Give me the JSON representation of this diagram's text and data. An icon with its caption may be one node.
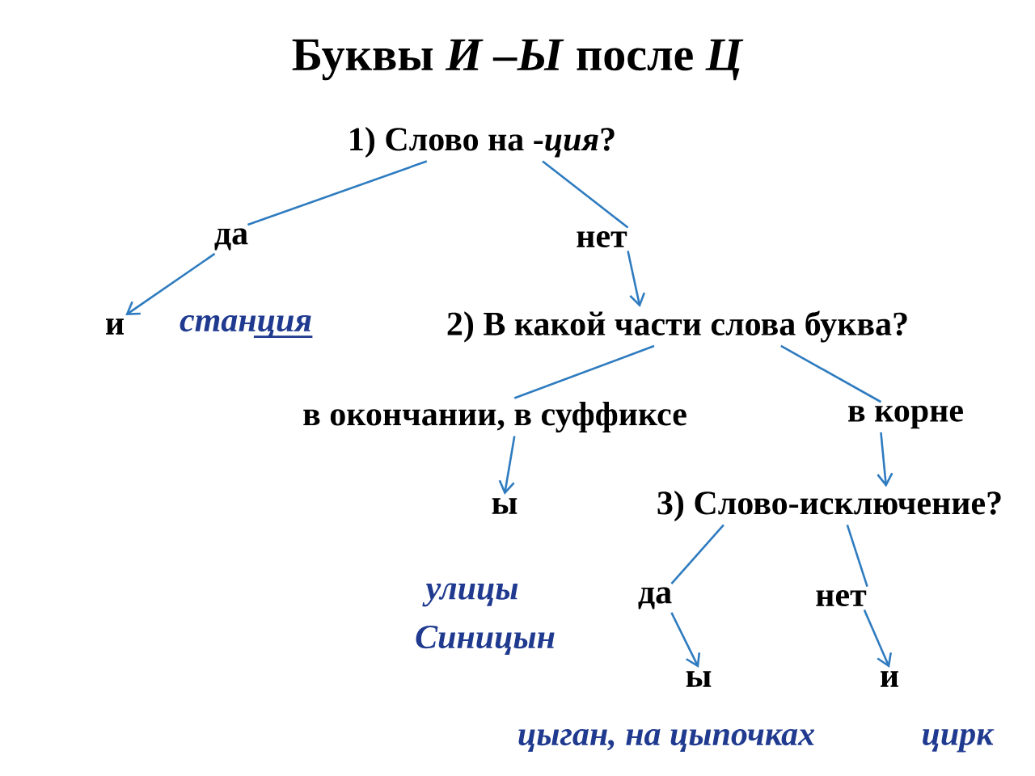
{
  "diagram": {
    "title": "Буквы *И –Ы* после *Ц*",
    "nodes": [
      {
        "text": [
          "1) Слово на -*ция*?"
        ]
      },
      {
        "text": [
          "да"
        ]
      },
      {
        "text": [
          "нет"
        ]
      },
      {
        "text": [
          "и"
        ],
        "beside": [
          "станция"
        ]
      },
      {
        "text": [
          "2) В какой части слова буква?"
        ]
      },
      {
        "text": [
          "в окончании, в суффиксе"
        ]
      },
      {
        "text": [
          "в корне"
        ]
      },
      {
        "text": [
          "ы"
        ],
        "beside": [
          "улицы",
          "Синицын"
        ]
      },
      {
        "text": [
          "3) Слово-исключение?"
        ]
      },
      {
        "text": [
          "да"
        ]
      },
      {
        "text": [
          "нет"
        ]
      },
      {
        "text": [
          "ы"
        ],
        "beside": [
          "цыган, на цыпочках"
        ]
      },
      {
        "text": [
          "и"
        ],
        "beside": [
          "цирк"
        ]
      }
    ],
    "edges": [
      {
        "from": 0,
        "to": 1,
        "arrow": "none"
      },
      {
        "from": 0,
        "to": 2,
        "arrow": "none"
      },
      {
        "from": 1,
        "to": 3,
        "arrow": "to"
      },
      {
        "from": 2,
        "to": 4,
        "arrow": "to"
      },
      {
        "from": 4,
        "to": 5,
        "arrow": "none"
      },
      {
        "from": 4,
        "to": 6,
        "arrow": "none"
      },
      {
        "from": 5,
        "to": 7,
        "arrow": "to"
      },
      {
        "from": 6,
        "to": 8,
        "arrow": "to"
      },
      {
        "from": 8,
        "to": 9,
        "arrow": "none"
      },
      {
        "from": 8,
        "to": 10,
        "arrow": "none"
      },
      {
        "from": 9,
        "to": 11,
        "arrow": "to"
      },
      {
        "from": 10,
        "to": 12,
        "arrow": "to"
      }
    ]
  }
}
